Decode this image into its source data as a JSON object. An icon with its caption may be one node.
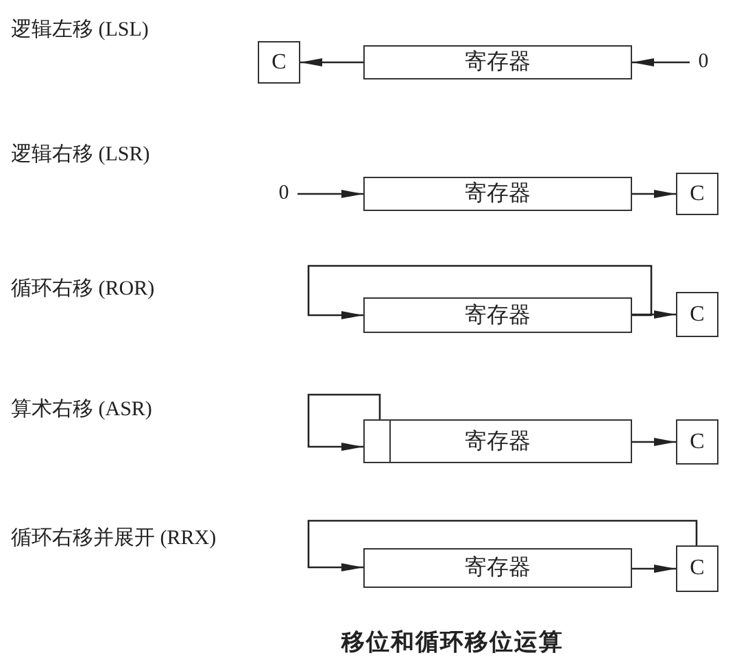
{
  "diagram": {
    "caption": "移位和循环移位运算",
    "nodes": [
      {
        "text": [
          "C"
        ]
      },
      {
        "text": [
          "寄存器"
        ]
      },
      {
        "text": [
          "0"
        ]
      },
      {
        "text": [
          "0"
        ]
      },
      {
        "text": [
          "寄存器"
        ]
      },
      {
        "text": [
          "C"
        ]
      },
      {
        "text": [
          "寄存器"
        ]
      },
      {
        "text": [
          "C"
        ]
      },
      {
        "text": [
          "寄存器"
        ]
      },
      {
        "text": [],
        "shape": "box",
        "in": 8
      },
      {
        "text": [
          "C"
        ]
      },
      {
        "text": [
          "寄存器"
        ]
      },
      {
        "text": [
          "C"
        ]
      }
    ],
    "edges": [
      {
        "from": 2,
        "to": 1,
        "arrow": "to"
      },
      {
        "from": 1,
        "to": 0,
        "arrow": "to"
      },
      {
        "from": 3,
        "to": 4,
        "arrow": "to"
      },
      {
        "from": 4,
        "to": 5,
        "arrow": "to"
      },
      {
        "from": 6,
        "to": 7,
        "arrow": "to"
      },
      {
        "from": 6,
        "to": 6,
        "arrow": "to"
      },
      {
        "from": 9,
        "to": 9,
        "arrow": "to"
      },
      {
        "from": 8,
        "to": 10,
        "arrow": "to"
      },
      {
        "from": 12,
        "to": 11,
        "arrow": "to"
      },
      {
        "from": 11,
        "to": 12,
        "arrow": "to"
      }
    ],
    "labels": [
      "逻辑左移 (LSL)",
      "逻辑右移 (LSR)",
      "循环右移 (ROR)",
      "算术右移 (ASR)",
      "循环右移并展开 (RRX)"
    ]
  }
}
